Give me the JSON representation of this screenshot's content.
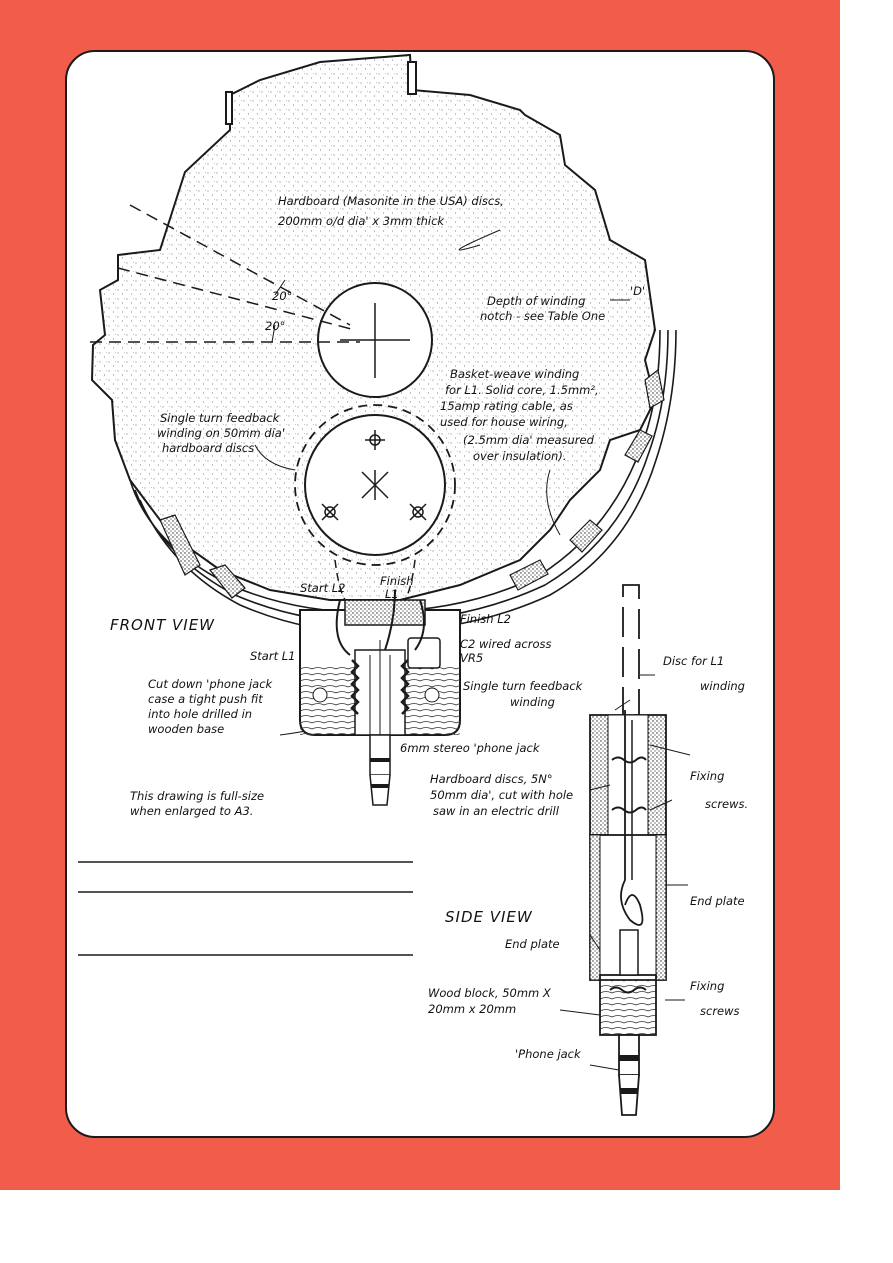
{
  "colors": {
    "border": "#f25c4b",
    "ink": "#1a1a1a",
    "paper": "#ffffff",
    "stipple": "#555555"
  },
  "labels": {
    "disc_main_1": "Hardboard (Masonite in the USA) discs,",
    "disc_main_2": "200mm o/d dia' x 3mm thick",
    "angle_a": "20°",
    "angle_b": "20°",
    "notch_1": "Depth of winding",
    "notch_2": "notch - see Table One",
    "notch_d": "'D'",
    "basket_1": "Basket-weave winding",
    "basket_2": "for L1. Solid core, 1.5mm²,",
    "basket_3": "15amp rating cable, as",
    "basket_4": "used for house wiring,",
    "basket_5": "(2.5mm dia' measured",
    "basket_6": "over insulation).",
    "feedback_1": "Single turn feedback",
    "feedback_2": "winding on 50mm dia'",
    "feedback_3": "hardboard discs",
    "start_l2": "Start L2",
    "finish_l1_1": "Finish",
    "finish_l1_2": "L1",
    "finish_l2": "Finish L2",
    "front_view": "FRONT VIEW",
    "start_l1": "Start L1",
    "c2_1": "C2 wired across",
    "c2_2": "VR5",
    "case_1": "Cut down 'phone jack",
    "case_2": "case a tight push fit",
    "case_3": "into hole drilled in",
    "case_4": "wooden base",
    "jack_6mm": "6mm stereo 'phone jack",
    "single_1": "Single turn feedback",
    "single_2": "winding",
    "disc_l1_1": "Disc for L1",
    "disc_l1_2": "winding",
    "hb_1": "Hardboard discs, 5N°",
    "hb_2": "50mm dia', cut with hole",
    "hb_3": "saw in an electric drill",
    "full_1": "This drawing is full-size",
    "full_2": "when enlarged to A3.",
    "fixing_1a": "Fixing",
    "fixing_1b": "screws.",
    "side_view": "SIDE VIEW",
    "end_plate_r": "End plate",
    "end_plate_l": "End plate",
    "fixing_2a": "Fixing",
    "fixing_2b": "screws",
    "wood_1": "Wood block, 50mm X",
    "wood_2": "20mm x 20mm",
    "phone_jack": "'Phone jack"
  }
}
